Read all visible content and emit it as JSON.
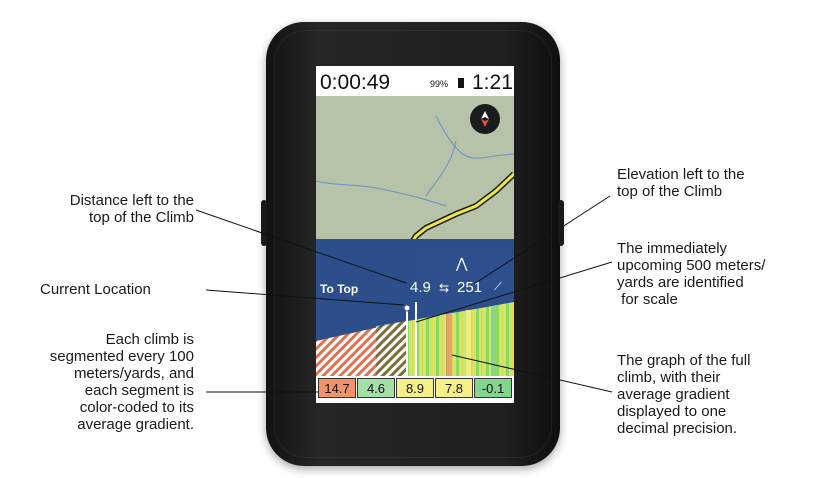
{
  "device": {
    "timer": "0:00:49",
    "battery": "99%",
    "clock": "1:21",
    "compass_icon": "compass-icon",
    "climb_panel": {
      "to_top_label": "To Top",
      "distance_value": "4.9",
      "distance_icon": "distance-arrows-icon",
      "elevation_value": "251",
      "elevation_icon": "elevation-slope-icon",
      "mountain_icon": "mountain-icon"
    },
    "gradients": [
      "14.7",
      "4.6",
      "8.9",
      "7.8",
      "-0.1"
    ],
    "gradient_colors": [
      "#f0936a",
      "#a3e0a8",
      "#f6f088",
      "#f6f088",
      "#82d48f"
    ]
  },
  "annotations": {
    "distance": [
      "Distance left to the",
      "top of the Climb"
    ],
    "current_location": "Current Location",
    "segments": [
      "Each climb is",
      "segmented every 100",
      "meters/yards, and",
      "each segment is",
      "color-coded to its",
      "average gradient."
    ],
    "elevation": [
      "Elevation left to the",
      "top of the Climb"
    ],
    "upcoming": [
      "The immediately",
      "upcoming 500 meters/",
      "yards are identified",
      " for scale"
    ],
    "graph": [
      "The graph of the full",
      "climb, with their",
      "average gradient",
      "displayed to one",
      "decimal precision."
    ]
  }
}
